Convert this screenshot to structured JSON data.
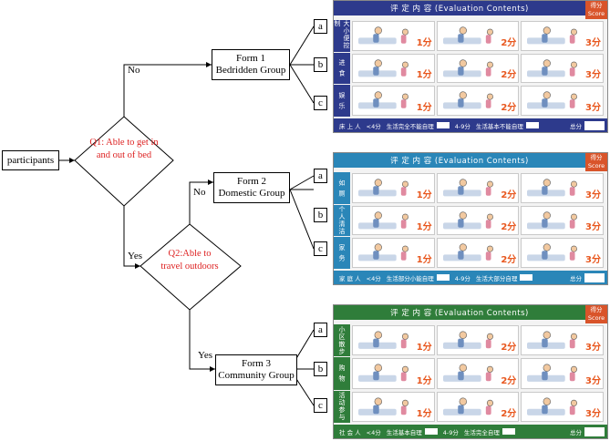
{
  "diagram": {
    "start": "participants",
    "q1": "Q1: Able to get in and out of bed",
    "q2": "Q2:Able to travel outdoors",
    "edge_no1": "No",
    "edge_yes1": "Yes",
    "edge_no2": "No",
    "edge_yes2": "Yes",
    "form1_title": "Form 1",
    "form1_group": "Bedridden Group",
    "form2_title": "Form 2",
    "form2_group": "Domestic Group",
    "form3_title": "Form 3",
    "form3_group": "Community Group",
    "item_a": "a",
    "item_b": "b",
    "item_c": "c"
  },
  "forms": {
    "header": "评 定 内 容 (Evaluation Contents)",
    "score": "得分 Score",
    "points": [
      "1分",
      "2分",
      "3分"
    ],
    "form1": {
      "color": "#2d3a8c",
      "rows": [
        "大小便控制",
        "进 食",
        "娱 乐"
      ],
      "footer_group": "床 上 人",
      "footer_items": [
        "<4分",
        "生活完全不能自理",
        "4-9分",
        "生活基本不能自理"
      ],
      "total": "总分"
    },
    "form2": {
      "color": "#2a86b8",
      "rows": [
        "如 厕",
        "个人清洁",
        "家 务"
      ],
      "footer_group": "家 庭 人",
      "footer_items": [
        "<4分",
        "生活部分小能自理",
        "4-9分",
        "生活大部分自理"
      ],
      "total": "总分"
    },
    "form3": {
      "color": "#2f7d3a",
      "rows": [
        "小区散步",
        "购 物",
        "活动参与"
      ],
      "footer_group": "社 会 人",
      "footer_items": [
        "<4分",
        "生活基本自理",
        "4-9分",
        "生活完全自理"
      ],
      "total": "总分"
    }
  }
}
